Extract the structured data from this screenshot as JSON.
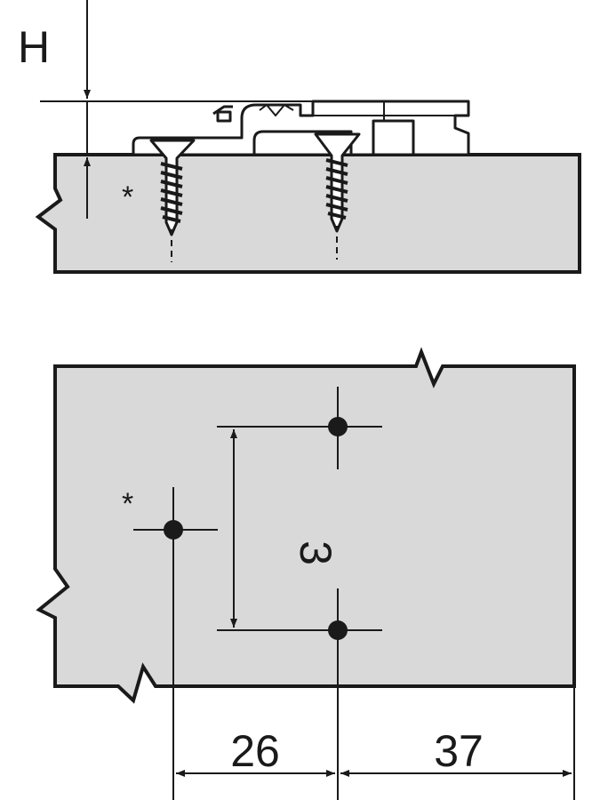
{
  "side_view": {
    "height_label": "H",
    "asterisk": "*"
  },
  "top_view": {
    "asterisk": "*",
    "vertical_distance": "3",
    "horizontal_distance_left": "26",
    "horizontal_distance_right": "37"
  },
  "colors": {
    "panel_fill": "#d9d9d9",
    "line": "#1a1a1a",
    "background": "#ffffff"
  }
}
